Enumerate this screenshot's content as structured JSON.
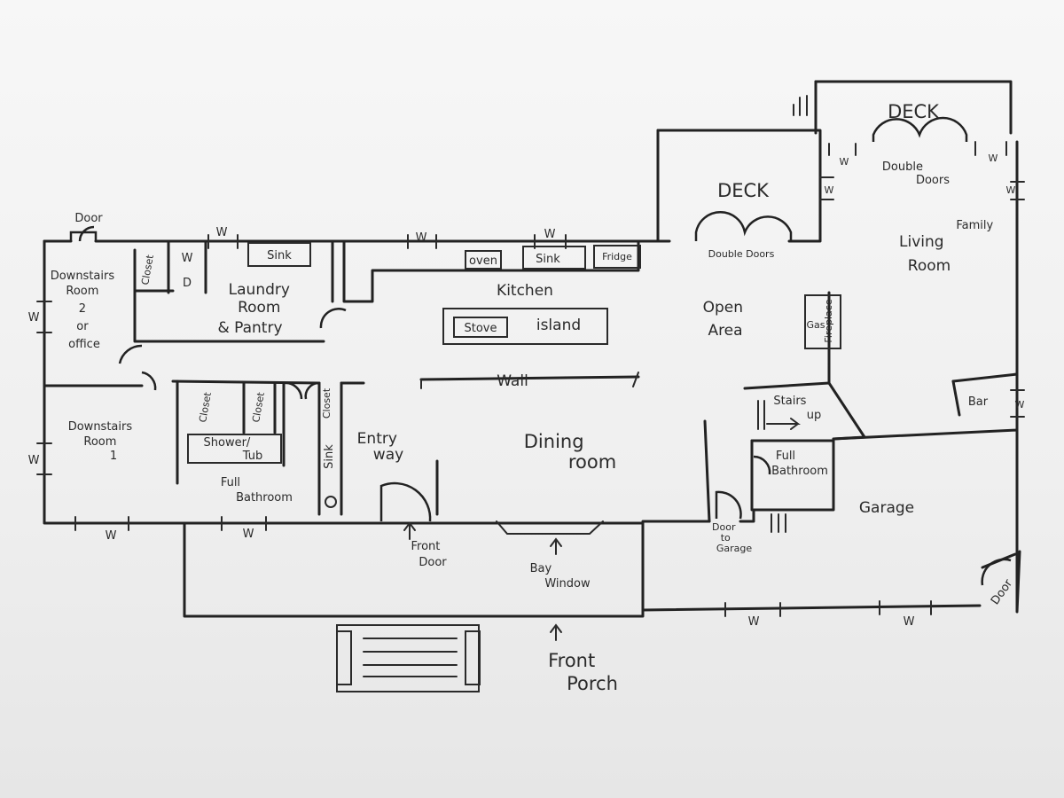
{
  "rooms": {
    "downstairs_room_2": [
      "Downstairs",
      "Room",
      "2",
      "or",
      "office"
    ],
    "laundry": [
      "Laundry",
      "Room",
      "& Pantry"
    ],
    "kitchen": "Kitchen",
    "open_area": [
      "Open",
      "Area"
    ],
    "living_family": [
      "Living",
      "Family",
      "Room"
    ],
    "deck_1": "DECK",
    "deck_2": "DECK",
    "downstairs_room_1": [
      "Downstairs",
      "Room",
      "1"
    ],
    "full_bath_left": [
      "Full",
      "Bathroom"
    ],
    "entry_way": [
      "Entry",
      "way"
    ],
    "dining_room": [
      "Dining",
      "room"
    ],
    "stairs_up": [
      "Stairs",
      "up"
    ],
    "full_bath_right": [
      "Full",
      "Bathroom"
    ],
    "garage": "Garage",
    "front_porch": [
      "Front",
      "Porch"
    ]
  },
  "fixtures": {
    "closet_top": "Closet",
    "washer": "W",
    "dryer": "D",
    "sink_laundry": "Sink",
    "oven": "oven",
    "sink_kitchen": "Sink",
    "fridge": "Fridge",
    "stove": "Stove",
    "island": "island",
    "wall": "Wall",
    "closet_a": "Closet",
    "closet_b": "Closet",
    "closet_c": "Closet",
    "shower": [
      "Shower/",
      "Tub"
    ],
    "sink_bath": "Sink",
    "fireplace": [
      "Gas",
      "Fireplace"
    ],
    "bar": "Bar"
  },
  "doors": {
    "door_top": "Door",
    "double_doors_1": "Double Doors",
    "double_doors_2": [
      "Double",
      "Doors"
    ],
    "front_door": [
      "Front",
      "Door"
    ],
    "bay_window": [
      "Bay",
      "Window"
    ],
    "door_to_garage": [
      "Door",
      "to",
      "Garage"
    ],
    "door_garage": "Door"
  },
  "window_mark": "W"
}
